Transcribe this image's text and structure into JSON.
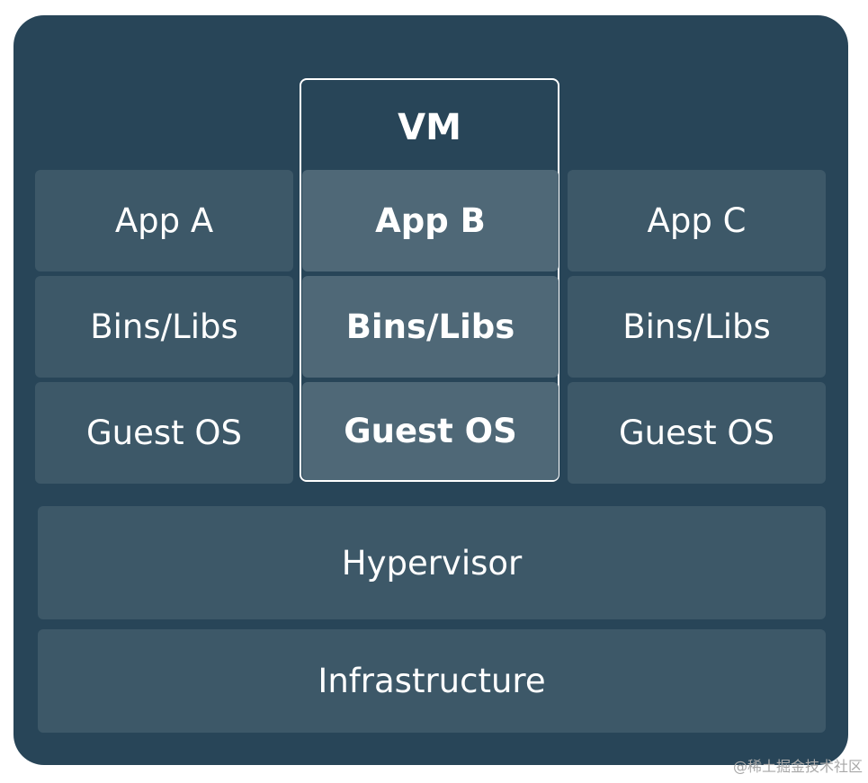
{
  "vm": {
    "label": "VM"
  },
  "columns": [
    {
      "app": "App A",
      "bins": "Bins/Libs",
      "os": "Guest OS"
    },
    {
      "app": "App B",
      "bins": "Bins/Libs",
      "os": "Guest OS"
    },
    {
      "app": "App C",
      "bins": "Bins/Libs",
      "os": "Guest OS"
    }
  ],
  "hypervisor": "Hypervisor",
  "infrastructure": "Infrastructure",
  "watermark": "@稀土掘金技术社区",
  "colors": {
    "background": "#284558",
    "box": "#3d5868",
    "highlight_box": "#4f6877",
    "vm_border": "#ffffff",
    "text": "#ffffff"
  }
}
